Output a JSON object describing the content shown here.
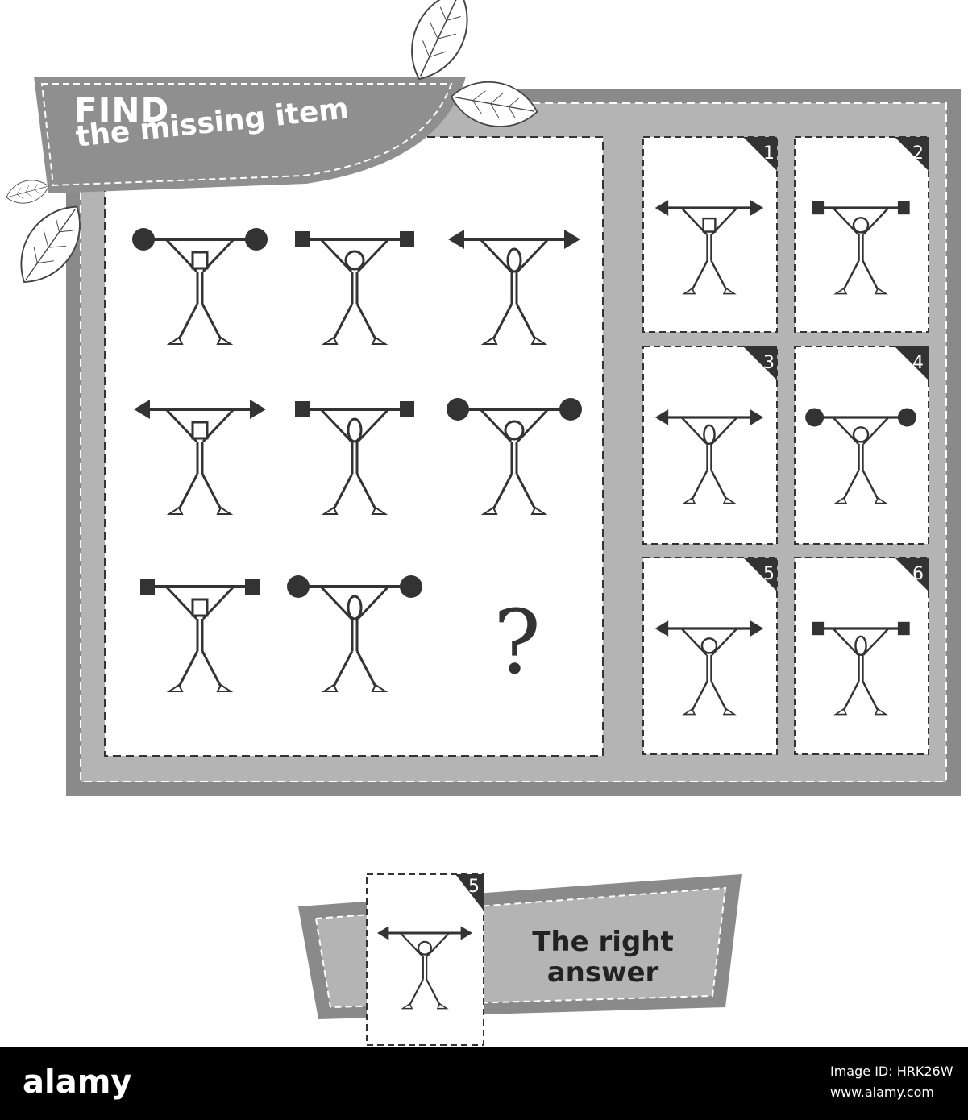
{
  "title": {
    "line1": "FIND",
    "line2": "the missing item"
  },
  "puzzle_grid": [
    {
      "bar": "ball",
      "head": "square"
    },
    {
      "bar": "plate",
      "head": "circle"
    },
    {
      "bar": "arrow",
      "head": "oval"
    },
    {
      "bar": "arrow",
      "head": "square"
    },
    {
      "bar": "plate",
      "head": "oval"
    },
    {
      "bar": "ball",
      "head": "circle"
    },
    {
      "bar": "plate",
      "head": "square"
    },
    {
      "bar": "ball",
      "head": "oval"
    },
    {
      "missing": true,
      "symbol": "?"
    }
  ],
  "options": [
    {
      "number": "1",
      "bar": "arrow",
      "head": "square"
    },
    {
      "number": "2",
      "bar": "plate",
      "head": "circle"
    },
    {
      "number": "3",
      "bar": "arrow",
      "head": "oval"
    },
    {
      "number": "4",
      "bar": "ball",
      "head": "circle"
    },
    {
      "number": "5",
      "bar": "arrow",
      "head": "circle"
    },
    {
      "number": "6",
      "bar": "plate",
      "head": "oval"
    }
  ],
  "answer": {
    "number": "5",
    "bar": "arrow",
    "head": "circle",
    "label": "The right answer"
  },
  "watermark": "alamy",
  "footer": {
    "logo": "alamy",
    "image_id": "Image ID: HRK26W",
    "site": "www.alamy.com"
  },
  "colors": {
    "frame": "#8a8a8a",
    "panel": "#b4b4b4",
    "dark": "#333333",
    "banner": "#8f8f8f"
  }
}
